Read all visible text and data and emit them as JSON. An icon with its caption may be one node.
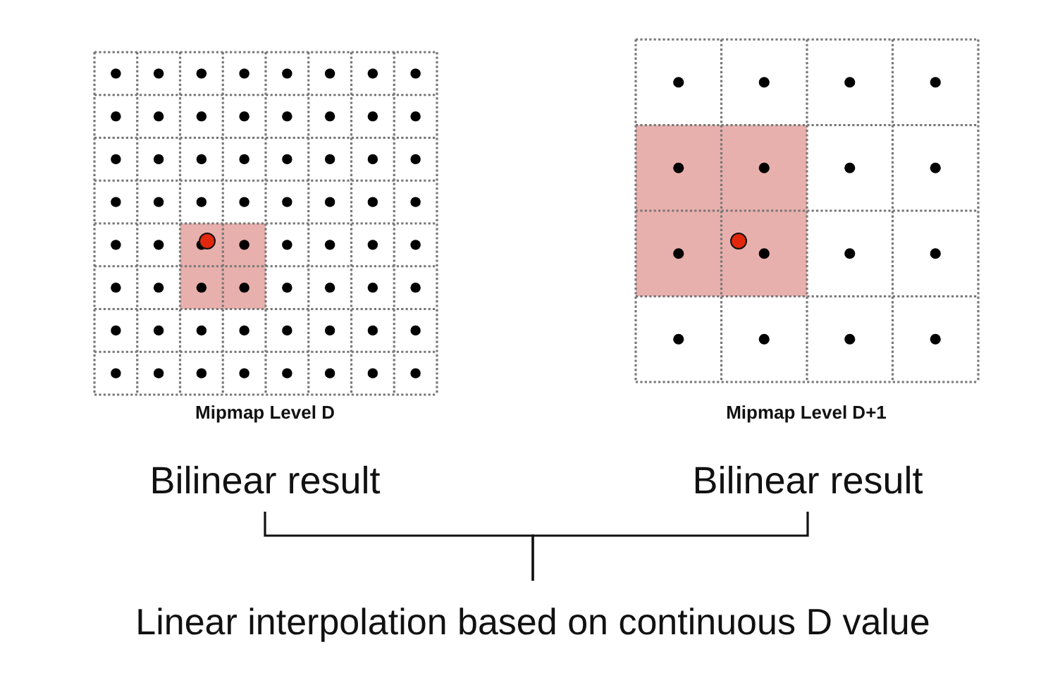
{
  "diagram": {
    "nodes": [
      {
        "text": [
          "Bilinear result"
        ]
      },
      {
        "text": [
          "Bilinear result"
        ]
      },
      {
        "text": [
          "Linear interpolation based on continuous D value"
        ]
      }
    ],
    "edges": [
      {
        "from": 0,
        "to": 2,
        "arrow": "none"
      },
      {
        "from": 1,
        "to": 2,
        "arrow": "none"
      }
    ],
    "labels": [
      "Mipmap Level D",
      "Mipmap Level D+1"
    ]
  }
}
